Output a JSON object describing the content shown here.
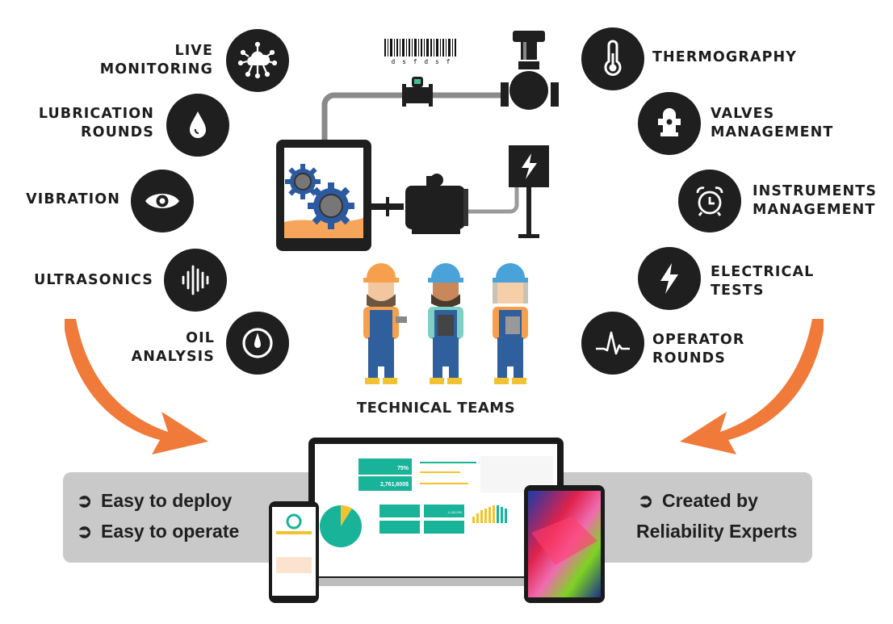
{
  "left_items": [
    {
      "line1": "LIVE",
      "line2": "MONITORING",
      "icon": "cloud-network-icon"
    },
    {
      "line1": "LUBRICATION",
      "line2": "ROUNDS",
      "icon": "oil-drop-icon"
    },
    {
      "line1": "VIBRATION",
      "line2": "",
      "icon": "eye-icon"
    },
    {
      "line1": "ULTRASONICS",
      "line2": "",
      "icon": "sound-wave-icon"
    },
    {
      "line1": "OIL",
      "line2": "ANALYSIS",
      "icon": "gauge-drop-icon"
    }
  ],
  "right_items": [
    {
      "line1": "THERMOGRAPHY",
      "line2": "",
      "icon": "thermometer-icon"
    },
    {
      "line1": "VALVES",
      "line2": "MANAGEMENT",
      "icon": "hydrant-icon"
    },
    {
      "line1": "INSTRUMENTS",
      "line2": "MANAGEMENT",
      "icon": "alarm-clock-icon"
    },
    {
      "line1": "ELECTRICAL",
      "line2": "TESTS",
      "icon": "lightning-icon"
    },
    {
      "line1": "OPERATOR",
      "line2": "ROUNDS",
      "icon": "pulse-icon"
    }
  ],
  "barcode_text": "d s f d s f",
  "team_title": "TECHNICAL TEAMS",
  "bullets_left": [
    "Easy to deploy",
    "Easy to operate"
  ],
  "bullet_right_line1": "Created by",
  "bullet_right_line2": "Reliability Experts",
  "bullet_arrow": "➲",
  "dashboard": {
    "metric1": "75%",
    "metric2": "2,761,600$",
    "small_value": "1,100,000"
  },
  "colors": {
    "circle": "#1f1f1f",
    "orange": "#f07a3a",
    "band": "#c9c9c9",
    "teal": "#19b39a",
    "pipe": "#7a7a7a"
  }
}
